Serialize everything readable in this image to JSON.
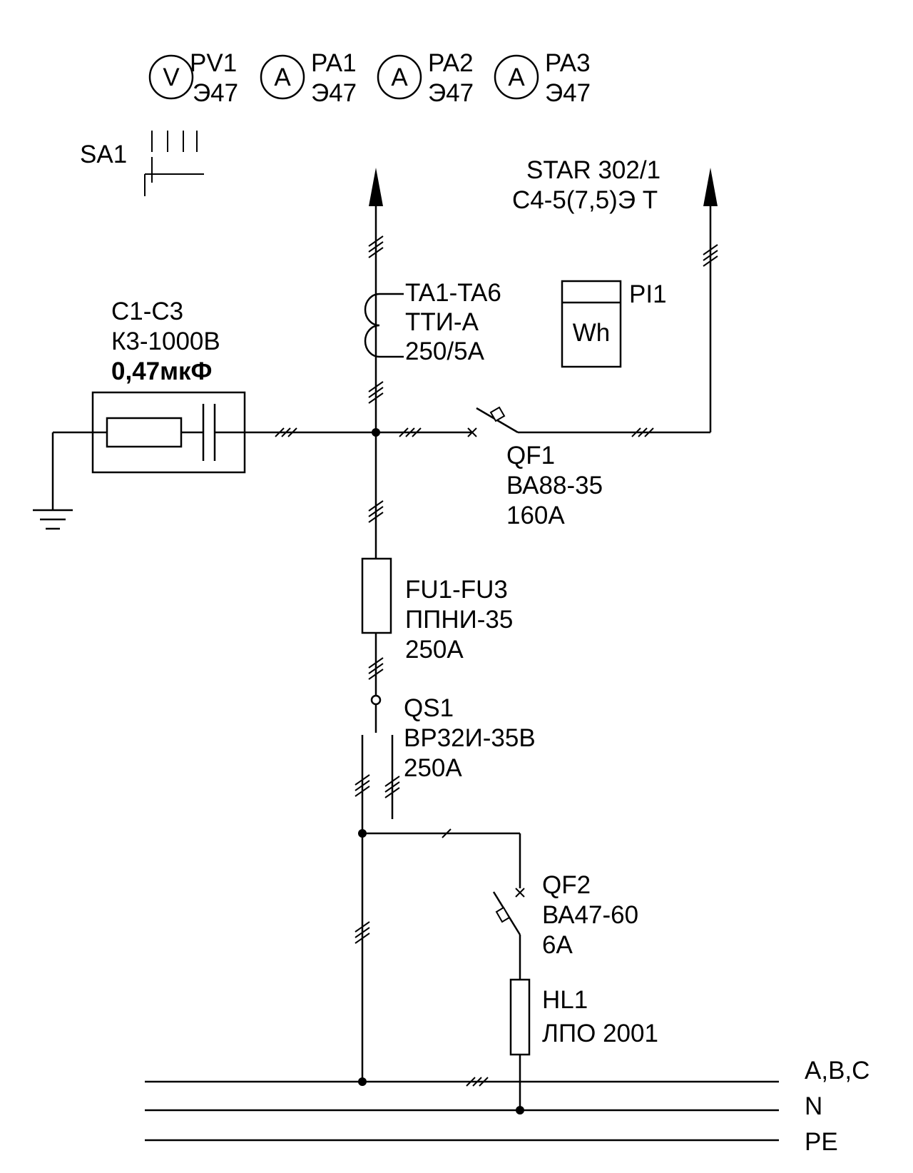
{
  "meters": [
    {
      "symbol": "V",
      "label": "PV1",
      "type": "Э47"
    },
    {
      "symbol": "A",
      "label": "PA1",
      "type": "Э47"
    },
    {
      "symbol": "A",
      "label": "PA2",
      "type": "Э47"
    },
    {
      "symbol": "A",
      "label": "PA3",
      "type": "Э47"
    }
  ],
  "switch_sa1": {
    "label": "SA1"
  },
  "capacitor": {
    "line1": "C1-C3",
    "line2": "К3-1000В",
    "line3": "0,47мкФ"
  },
  "current_transformer": {
    "line1": "TA1-TA6",
    "line2": "ТТИ-А",
    "line3": "250/5А"
  },
  "energy_meter": {
    "symbol": "Wh",
    "label": "PI1",
    "model_line1": "STAR 302/1",
    "model_line2": "С4-5(7,5)Э Т"
  },
  "breaker_qf1": {
    "line1": "QF1",
    "line2": "ВА88-35",
    "line3": "160А"
  },
  "fuse": {
    "line1": "FU1-FU3",
    "line2": "ППНИ-35",
    "line3": "250А"
  },
  "disconnector": {
    "line1": "QS1",
    "line2": "ВР32И-35В",
    "line3": "250А"
  },
  "breaker_qf2": {
    "line1": "QF2",
    "line2": "ВА47-60",
    "line3": "6А"
  },
  "lamp": {
    "line1": "HL1",
    "line2": "ЛПО 2001"
  },
  "buses": {
    "phase": "A,B,C",
    "neutral": "N",
    "protective": "PE"
  }
}
